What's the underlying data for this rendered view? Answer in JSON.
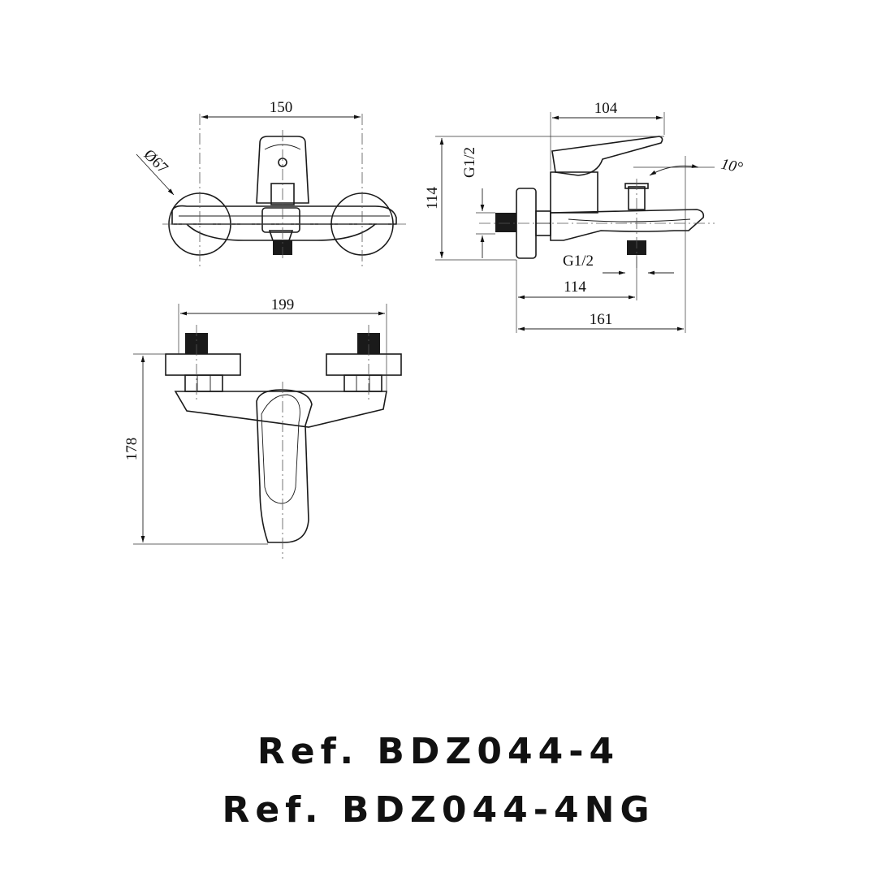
{
  "dimensions": {
    "front_width": "150",
    "flange_diameter": "Ø67",
    "side_depth_top": "104",
    "side_height": "114",
    "side_thread_vertical": "G1/2",
    "side_angle": "10°",
    "side_thread_bottom": "G1/2",
    "side_depth_mid": "114",
    "side_depth_total": "161",
    "top_width": "199",
    "top_length": "178"
  },
  "references": {
    "line1": "Ref. BDZ044-4",
    "line2": "Ref. BDZ044-4NG"
  }
}
